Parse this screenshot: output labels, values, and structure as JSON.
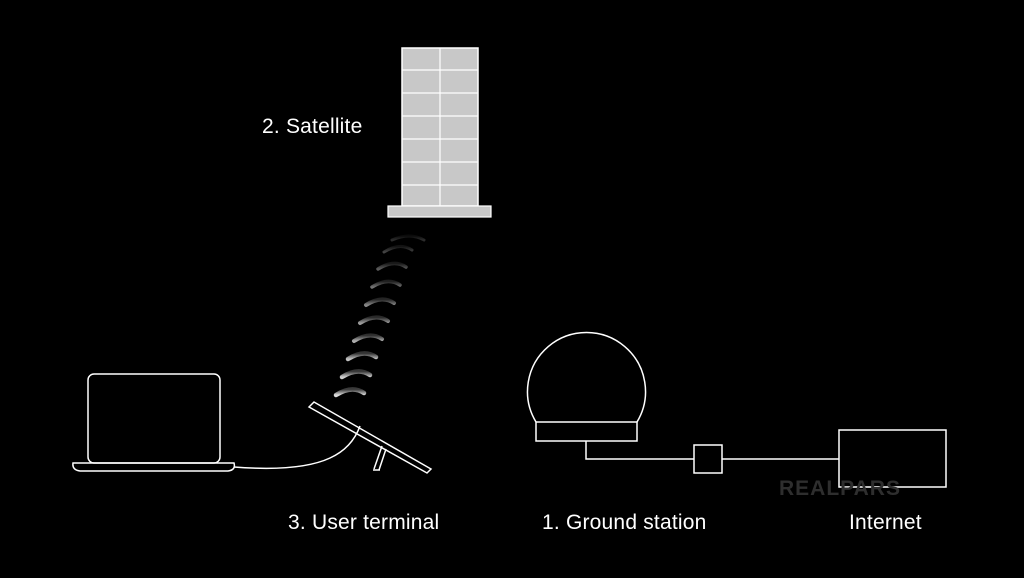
{
  "labels": {
    "satellite": "2. Satellite",
    "user_terminal": "3. User terminal",
    "ground_station": "1. Ground station",
    "internet": "Internet"
  },
  "watermark": "REALPARS",
  "colors": {
    "background": "#000000",
    "line": "#ffffff",
    "panel_fill": "#c8c8c8",
    "watermark": "#2e2e2e"
  },
  "icons": {
    "satellite": "satellite-solar-panel-icon",
    "laptop": "laptop-icon",
    "dish": "satellite-dish-icon",
    "dome": "ground-station-dome-icon",
    "connector": "connector-box-icon",
    "internet": "internet-box-icon"
  }
}
